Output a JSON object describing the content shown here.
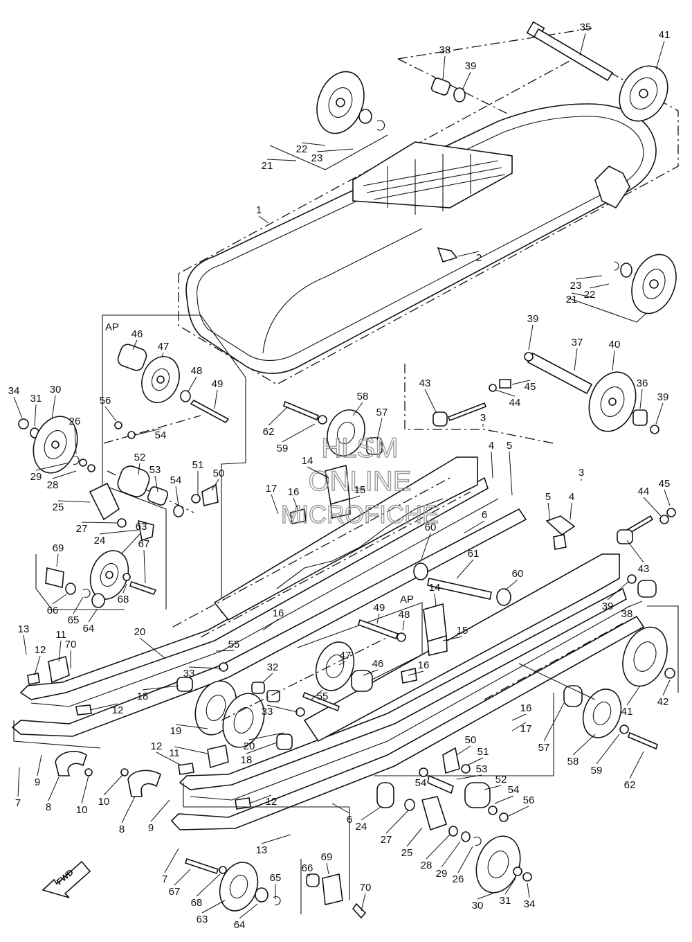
{
  "watermark": {
    "line1": "HLSM",
    "line2": "ONLINE",
    "line3": "MICROFICHE"
  },
  "group_labels": {
    "ap_top": "AP",
    "ap_mid": "AP"
  },
  "fwd_badge": "FWD",
  "callouts": [
    "1",
    "2",
    "3",
    "4",
    "5",
    "6",
    "7",
    "8",
    "9",
    "10",
    "11",
    "12",
    "13",
    "14",
    "15",
    "16",
    "17",
    "18",
    "19",
    "20",
    "21",
    "22",
    "23",
    "24",
    "25",
    "26",
    "27",
    "28",
    "29",
    "30",
    "31",
    "32",
    "33",
    "34",
    "35",
    "36",
    "37",
    "38",
    "39",
    "40",
    "41",
    "42",
    "43",
    "44",
    "45",
    "46",
    "47",
    "48",
    "49",
    "50",
    "51",
    "52",
    "53",
    "54",
    "55",
    "56",
    "57",
    "58",
    "59",
    "60",
    "61",
    "62",
    "63",
    "64",
    "65",
    "66",
    "67",
    "68",
    "69",
    "70"
  ]
}
